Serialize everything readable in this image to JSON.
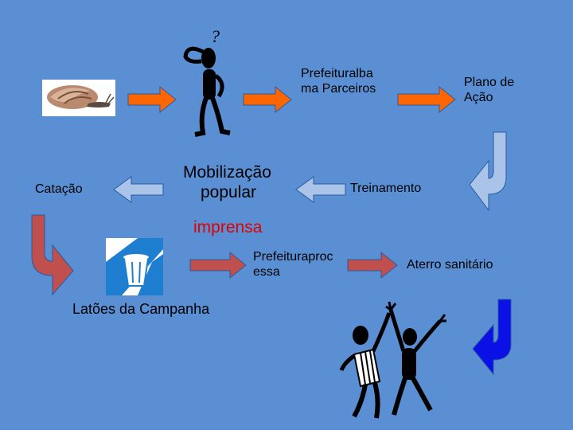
{
  "nodes": {
    "prefeitura_parceiros": [
      "Prefeituralba",
      "ma  Parceiros"
    ],
    "plano_acao": [
      "Plano de",
      "Ação"
    ],
    "catacao": "Catação",
    "mobilizacao": [
      "Mobilização",
      "popular"
    ],
    "treinamento": "Treinamento",
    "imprensa": "imprensa",
    "prefeitura_processa": [
      "Prefeituraproc",
      "essa"
    ],
    "aterro": "Aterro sanitário",
    "latoes": "Latões da Campanha"
  },
  "colors": {
    "background": "#5b8fd4",
    "orange_arrow": "#ff6600",
    "pale_blue_arrow": "#a9c4e8",
    "red_arrow": "#c0504d",
    "blue_arrow": "#0a10e6",
    "imprensa_text": "#e00000"
  },
  "icons": [
    "snail-image",
    "thinking-person-icon",
    "trash-bin-icon",
    "celebrating-people-icon"
  ]
}
